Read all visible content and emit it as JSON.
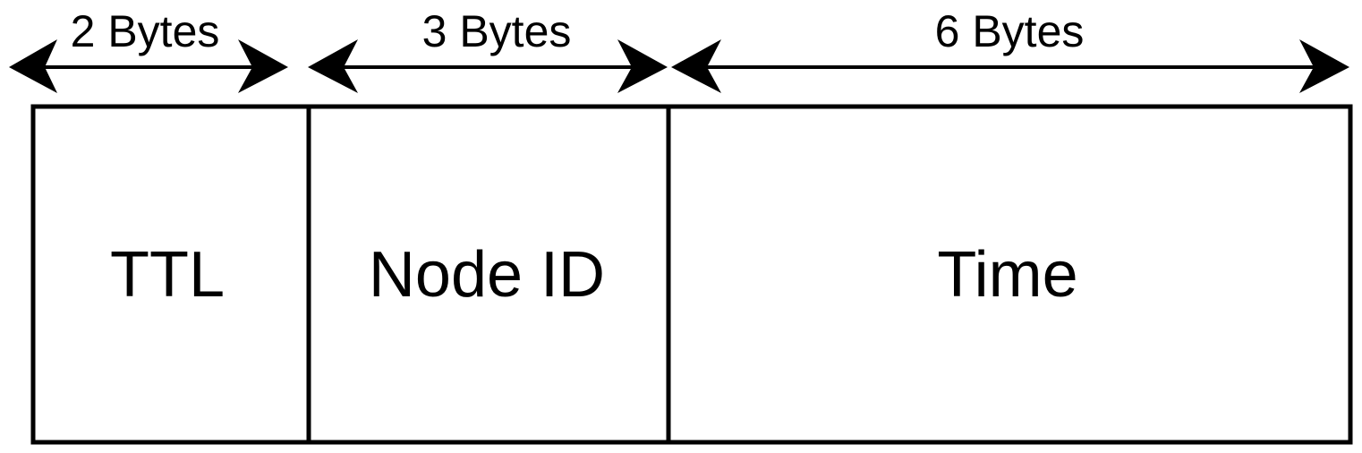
{
  "colors": {
    "stroke": "#000000",
    "fill": "#ffffff",
    "text": "#000000"
  },
  "fields": [
    {
      "label": "TTL",
      "size_label": "2 Bytes"
    },
    {
      "label": "Node ID",
      "size_label": "3 Bytes"
    },
    {
      "label": "Time",
      "size_label": "6 Bytes"
    }
  ]
}
